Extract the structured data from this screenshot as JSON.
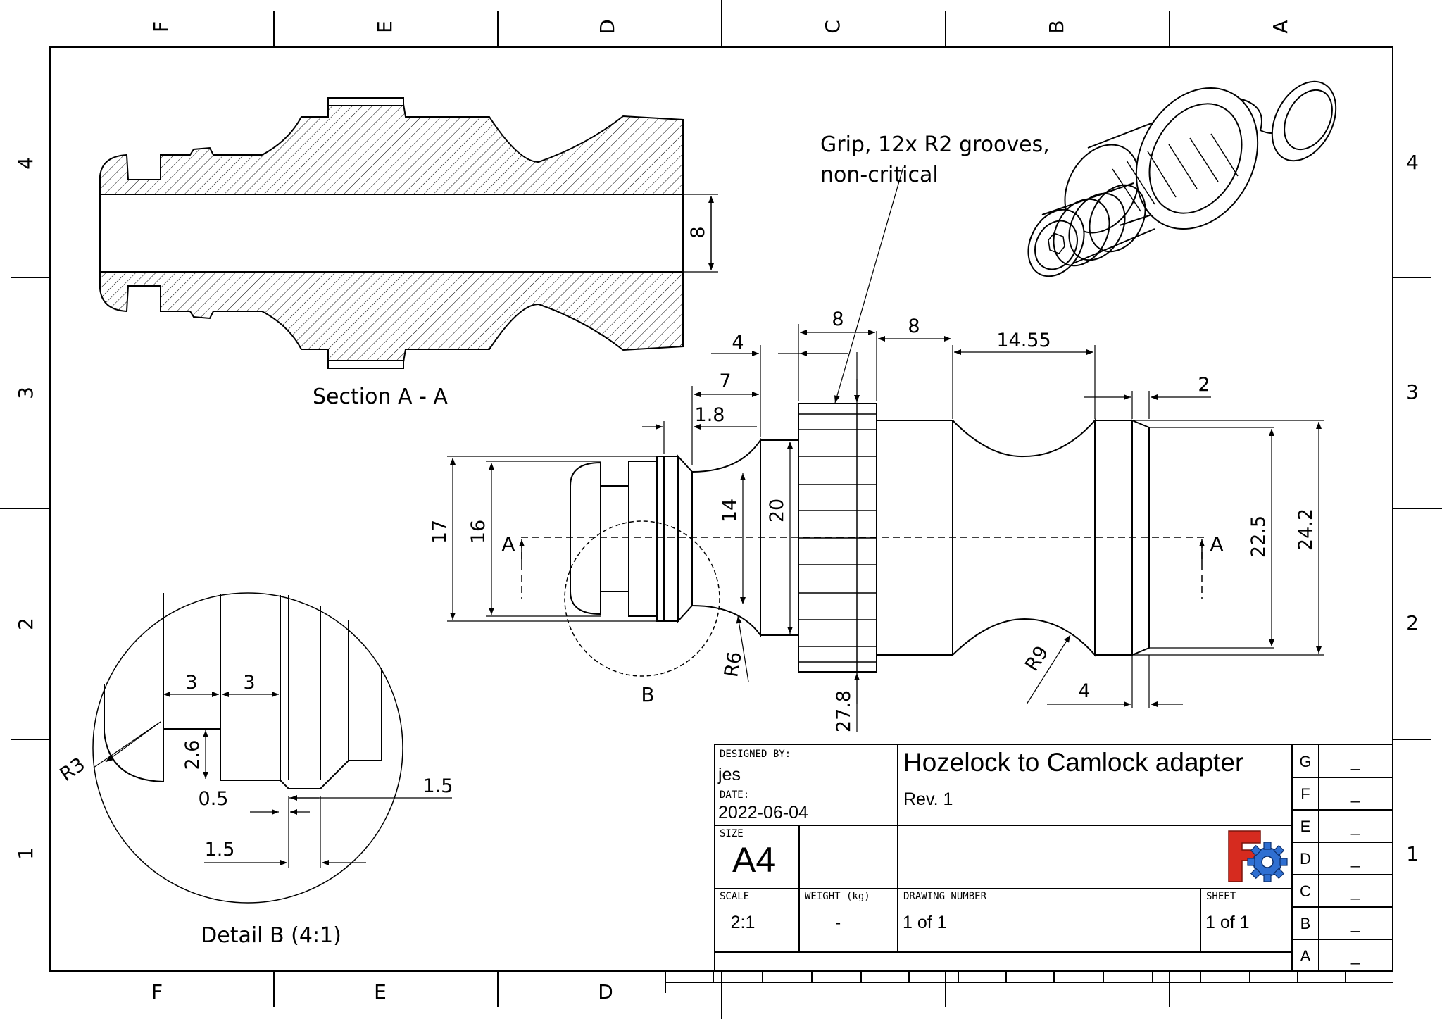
{
  "frame": {
    "col_labels_top": [
      "F",
      "E",
      "D",
      "C",
      "B",
      "A"
    ],
    "col_labels_bottom": [
      "F",
      "E",
      "D"
    ],
    "row_labels": [
      "4",
      "3",
      "2",
      "1"
    ]
  },
  "section_view": {
    "title": "Section A - A",
    "dim_bore": "8"
  },
  "front_view": {
    "note": [
      "Grip, 12x R2 grooves,",
      "non-critical"
    ],
    "dims": {
      "d4": "4",
      "d7": "7",
      "d1_8": "1.8",
      "d8a": "8",
      "d8b": "8",
      "d14_55": "14.55",
      "d2": "2",
      "d17": "17",
      "d16": "16",
      "d14": "14",
      "d20": "20",
      "d22_5": "22.5",
      "d24_2": "24.2",
      "r6": "R6",
      "r9": "R9",
      "d4b": "4",
      "d27_8": "27.8"
    },
    "section_mark": "A",
    "detail_mark": "B"
  },
  "detail_view": {
    "title": "Detail B (4:1)",
    "dims": {
      "d3a": "3",
      "d3b": "3",
      "d2_6": "2.6",
      "r3": "R3",
      "d0_5": "0.5",
      "d1_5a": "1.5",
      "d1_5b": "1.5"
    }
  },
  "title_block": {
    "designed_by_label": "DESIGNED BY:",
    "designed_by": "jes",
    "date_label": "DATE:",
    "date": "2022-06-04",
    "title": "Hozelock to Camlock adapter",
    "revision": "Rev. 1",
    "size_label": "SIZE",
    "size": "A4",
    "scale_label": "SCALE",
    "scale": "2:1",
    "weight_label": "WEIGHT (kg)",
    "weight": "-",
    "drawing_number_label": "DRAWING NUMBER",
    "drawing_number": "1 of 1",
    "sheet_label": "SHEET",
    "sheet": "1 of 1",
    "revision_rows": [
      {
        "letter": "G",
        "value": "_"
      },
      {
        "letter": "F",
        "value": "_"
      },
      {
        "letter": "E",
        "value": "_"
      },
      {
        "letter": "D",
        "value": "_"
      },
      {
        "letter": "C",
        "value": "_"
      },
      {
        "letter": "B",
        "value": "_"
      },
      {
        "letter": "A",
        "value": "_"
      }
    ]
  },
  "colors": {
    "logo_red": "#d62b1f",
    "logo_blue": "#2f6fd1",
    "ink": "#000000"
  }
}
